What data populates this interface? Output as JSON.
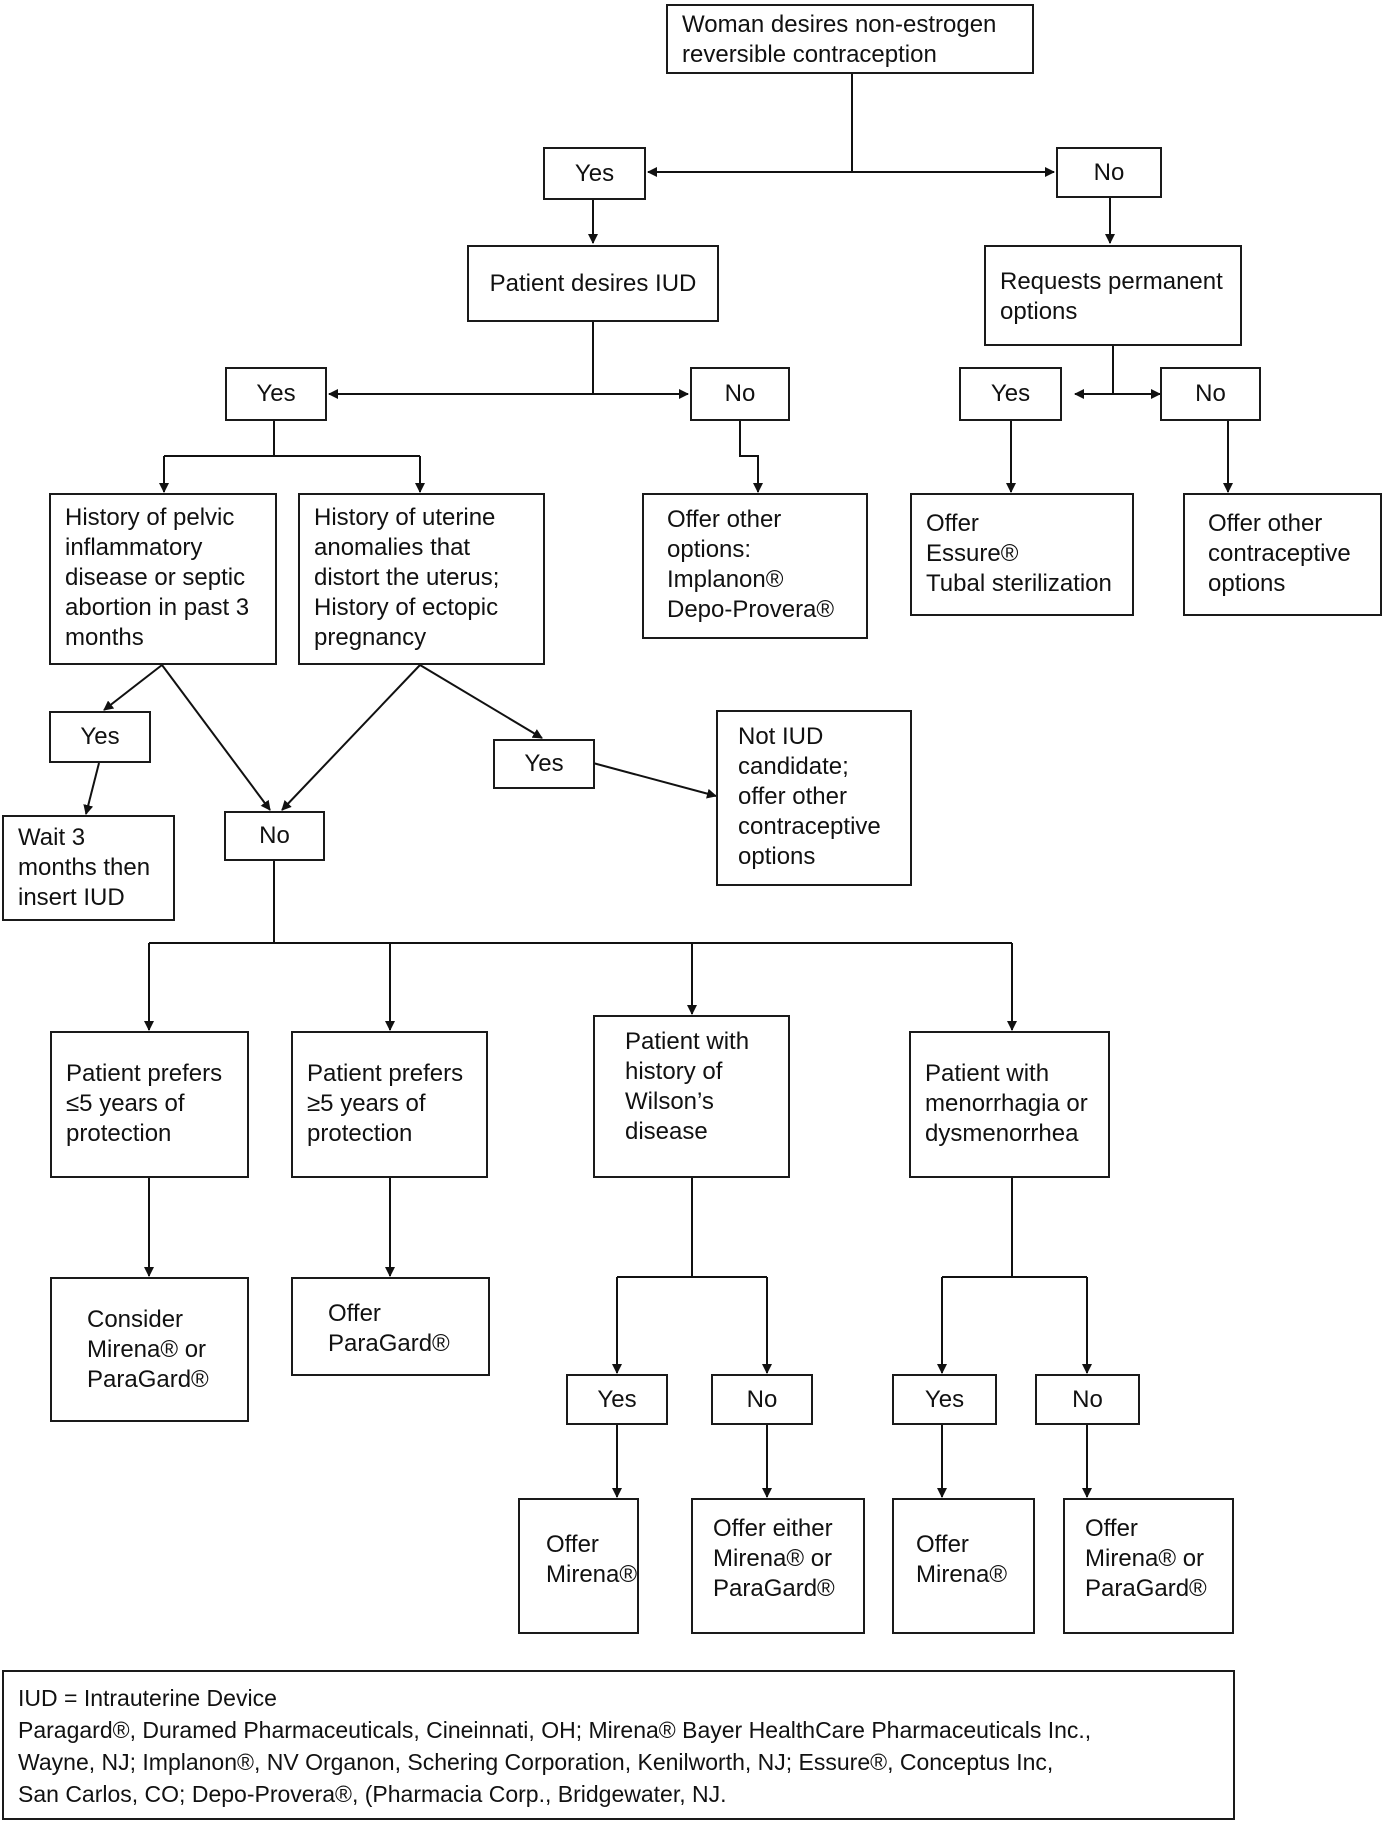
{
  "root": {
    "lines": [
      "Woman desires non-estrogen",
      "reversible contraception"
    ]
  },
  "yes_no": {
    "top_yes": "Yes",
    "top_no": "No",
    "iud_yes": "Yes",
    "iud_no": "No",
    "perm_yes": "Yes",
    "perm_no": "No",
    "pid_yes": "Yes",
    "anom_yes": "Yes",
    "shared_no": "No",
    "wilson_yes": "Yes",
    "wilson_no": "No",
    "men_yes": "Yes",
    "men_no": "No"
  },
  "nodes": {
    "desires_iud": {
      "lines": [
        "Patient desires IUD"
      ]
    },
    "permanent": {
      "lines": [
        "Requests permanent",
        "options"
      ]
    },
    "pid": {
      "lines": [
        "History of pelvic",
        "inflammatory",
        "disease or septic",
        "abortion in past 3",
        "months"
      ]
    },
    "anomalies": {
      "lines": [
        "History of uterine",
        "anomalies that",
        "distort the uterus;",
        "History of ectopic",
        "pregnancy"
      ]
    },
    "offer_other_options": {
      "lines": [
        "Offer other",
        "options:",
        "Implanon®",
        "Depo-Provera®"
      ]
    },
    "offer_essure": {
      "lines": [
        "Offer",
        "Essure®",
        "Tubal sterilization"
      ]
    },
    "offer_other_contraceptive": {
      "lines": [
        "Offer other",
        "contraceptive",
        "options"
      ]
    },
    "wait": {
      "lines": [
        "Wait 3",
        "months then",
        "insert IUD"
      ]
    },
    "not_candidate": {
      "lines": [
        "Not IUD",
        "candidate;",
        "offer other",
        "contraceptive",
        "options"
      ]
    },
    "prefers_le5": {
      "lines": [
        "Patient prefers",
        "≤5 years of",
        "protection"
      ]
    },
    "prefers_ge5": {
      "lines": [
        "Patient prefers",
        "≥5 years of",
        "protection"
      ]
    },
    "wilson": {
      "lines": [
        "Patient with",
        "history of",
        "Wilson’s",
        "disease"
      ]
    },
    "menorrhagia": {
      "lines": [
        "Patient with",
        "menorrhagia or",
        "dysmenorrhea"
      ]
    },
    "consider": {
      "lines": [
        "Consider",
        "Mirena® or",
        "ParaGard®"
      ]
    },
    "offer_paragard": {
      "lines": [
        "Offer",
        "ParaGard®"
      ]
    },
    "offer_mirena_w": {
      "lines": [
        "Offer",
        "Mirena®"
      ]
    },
    "offer_either": {
      "lines": [
        "Offer either",
        "Mirena® or",
        "ParaGard®"
      ]
    },
    "offer_mirena_m": {
      "lines": [
        "Offer",
        "Mirena®"
      ]
    },
    "offer_mirena_or": {
      "lines": [
        "Offer",
        "Mirena® or",
        "ParaGard®"
      ]
    }
  },
  "legend": {
    "lines": [
      "IUD = Intrauterine Device",
      "Paragard®, Duramed Pharmaceuticals, Cineinnati, OH; Mirena® Bayer HealthCare Pharmaceuticals Inc.,",
      "Wayne, NJ; Implanon®, NV Organon, Schering Corporation, Kenilworth, NJ; Essure®, Conceptus Inc,",
      "San Carlos, CO; Depo-Provera®, (Pharmacia Corp., Bridgewater, NJ."
    ]
  }
}
